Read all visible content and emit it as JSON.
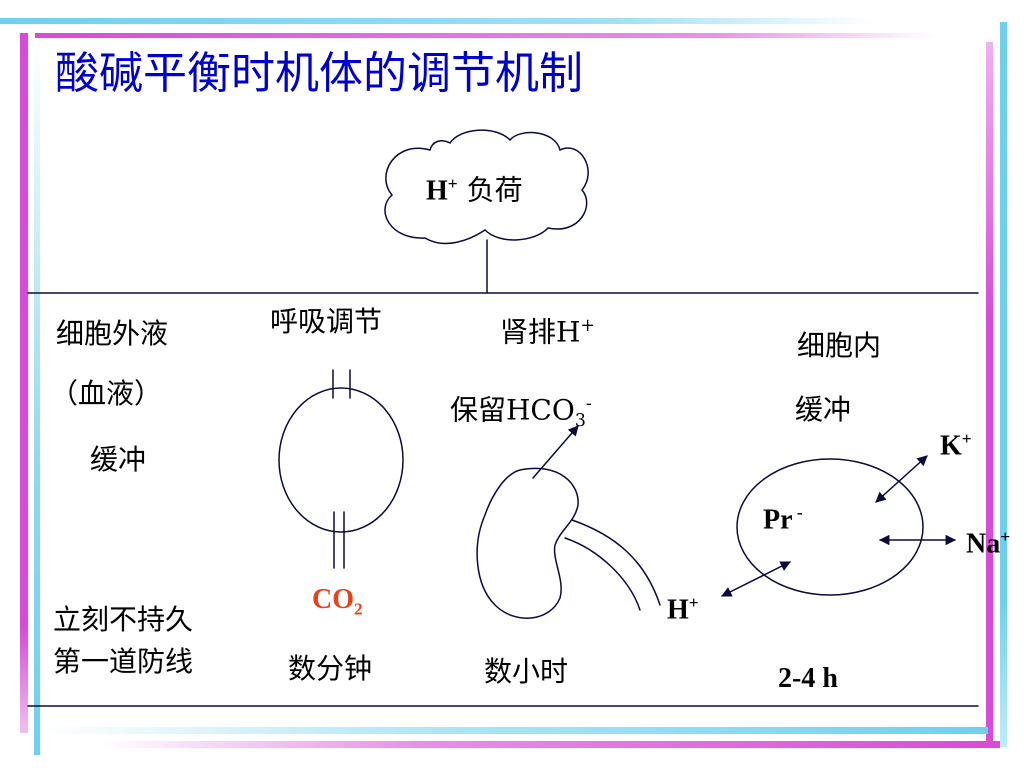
{
  "slide": {
    "title": "酸碱平衡时机体的调节机制",
    "load": {
      "prefix": "H",
      "sup": "+",
      "suffix": " 负荷"
    },
    "columns": {
      "ecf": {
        "line1": "细胞外液",
        "line2": "（血液）",
        "line3": "缓冲",
        "note1": "立刻不持久",
        "note2": "第一道防线"
      },
      "respiration": {
        "label": "呼吸调节",
        "gas": {
          "base": "CO",
          "sub": "2"
        },
        "time": "数分钟"
      },
      "kidney": {
        "label": {
          "prefix": "肾排H",
          "sup": "+"
        },
        "retain": {
          "prefix": "保留HCO",
          "sub": "3",
          "sup": "-"
        },
        "ion": {
          "base": "H",
          "sup": "+"
        },
        "time": "数小时"
      },
      "icf": {
        "line1": "细胞内",
        "line2": "缓冲",
        "protein": {
          "base": "Pr",
          "sup": " -"
        },
        "k": {
          "base": "K",
          "sup": "+"
        },
        "na": {
          "base": "Na",
          "sup": "+"
        },
        "time": "2-4 h"
      }
    },
    "colors": {
      "title": "#0000cc",
      "co2": "#e8421a",
      "line": "#0a0a3c",
      "accent_cyan": "#6fd0ee",
      "accent_magenta": "#d84ad8"
    }
  }
}
